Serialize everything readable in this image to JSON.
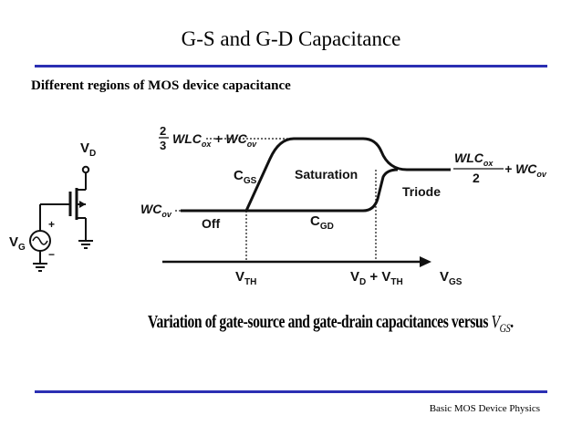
{
  "title": "G-S and G-D Capacitance",
  "subtitle": "Different regions of MOS device capacitance",
  "circuit": {
    "drain_label": "V",
    "drain_sub": "D",
    "gate_label": "V",
    "gate_sub": "G",
    "plus": "+",
    "minus": "−"
  },
  "graph": {
    "top_level": {
      "frac_num": "2",
      "frac_den": "3",
      "w": "WLC",
      "w_sub": "ox",
      "plus": " + WC",
      "ov_sub": "ov"
    },
    "low_level": {
      "w": "WC",
      "w_sub": "ov"
    },
    "mid_level": {
      "num": "WLC",
      "num_sub": "ox",
      "den": "2",
      "tail": "+ WC",
      "tail_sub": "ov"
    },
    "cgs": {
      "c": "C",
      "sub": "GS"
    },
    "cgd": {
      "c": "C",
      "sub": "GD"
    },
    "region_off": "Off",
    "region_sat": "Saturation",
    "region_triode": "Triode",
    "vth": {
      "v": "V",
      "sub": "TH"
    },
    "vd_vth": {
      "v1": "V",
      "sub1": "D",
      "plus": " + ",
      "v2": "V",
      "sub2": "TH"
    },
    "vgs": {
      "v": "V",
      "sub": "GS"
    }
  },
  "caption": {
    "text": "Variation of gate-source and gate-drain capacitances versus ",
    "var": "V",
    "var_sub": "GS",
    "tail": "."
  },
  "footer": "Basic MOS Device Physics",
  "colors": {
    "rule": "#2b2fb3",
    "ink": "#111111"
  }
}
